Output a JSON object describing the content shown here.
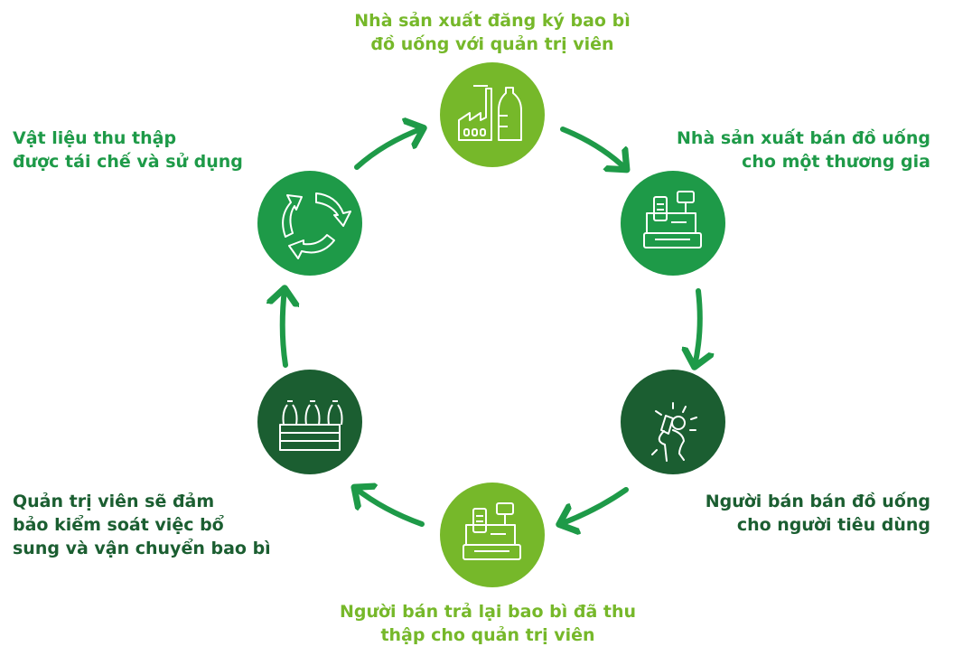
{
  "colors": {
    "light": "#76b82a",
    "mid": "#1e9a48",
    "dark": "#1b5e31"
  },
  "steps": [
    {
      "line1": "Nhà sản xuất đăng ký bao bì",
      "line2": "đồ uống với quản trị viên",
      "icon": "factory-bottle-icon"
    },
    {
      "line1": "Nhà sản xuất bán đồ uống",
      "line2": "cho một thương gia",
      "icon": "cash-register-icon"
    },
    {
      "line1": "Người bán bán đồ uống",
      "line2": "cho người tiêu dùng",
      "icon": "person-drinking-icon"
    },
    {
      "line1": "Người bán trả lại bao bì đã thu",
      "line2": "thập cho quản trị viên",
      "icon": "cash-register-icon"
    },
    {
      "line1": "Quản trị viên sẽ đảm",
      "line2": "bảo kiểm soát việc bổ",
      "line3": "sung và vận chuyển bao bì",
      "icon": "bottle-crate-icon"
    },
    {
      "line1": "Vật liệu thu thập",
      "line2": "được tái chế và sử dụng",
      "icon": "recycle-icon"
    }
  ]
}
